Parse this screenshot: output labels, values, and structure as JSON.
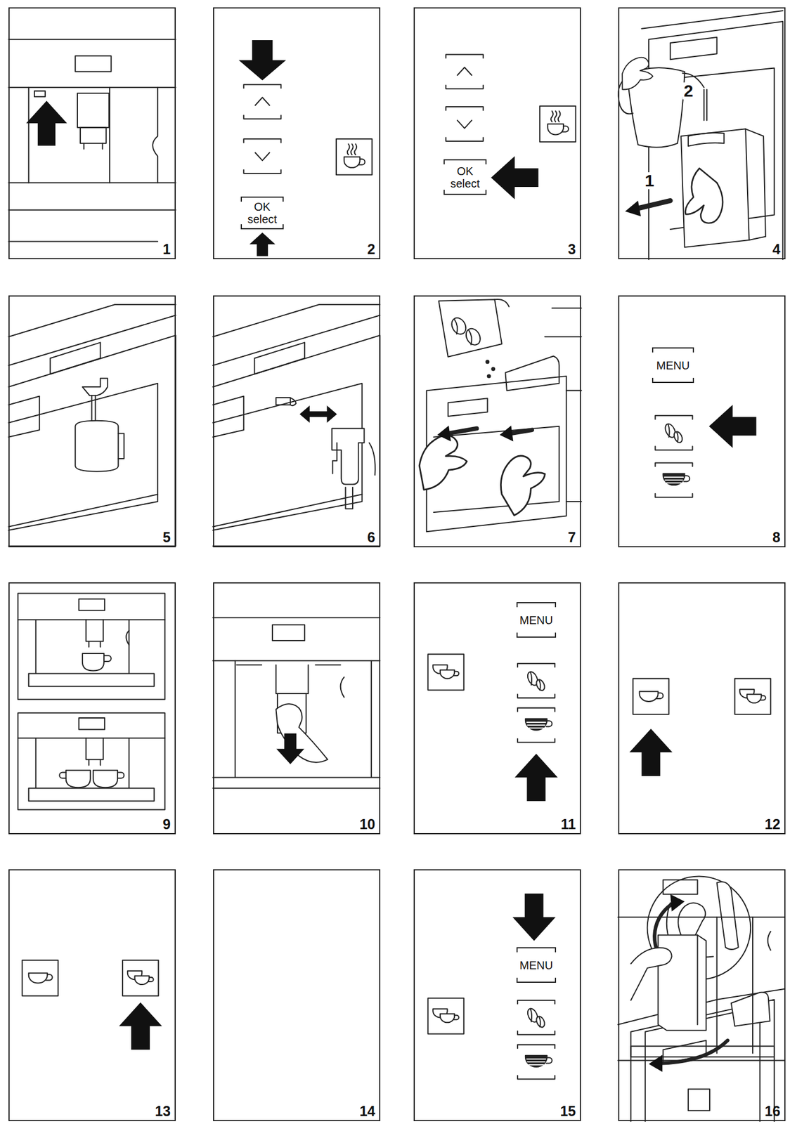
{
  "diagram": {
    "nodes": [
      {
        "text": [
          "1"
        ]
      },
      {
        "text": [
          "2"
        ]
      },
      {
        "text": [
          "OK select"
        ],
        "in": 1
      },
      {
        "text": [
          "3"
        ]
      },
      {
        "text": [
          "OK select"
        ],
        "in": 3
      },
      {
        "text": [
          "4"
        ]
      },
      {
        "text": [
          "5"
        ]
      },
      {
        "text": [
          "6"
        ]
      },
      {
        "text": [
          "7"
        ]
      },
      {
        "text": [
          "8"
        ]
      },
      {
        "text": [
          "MENU"
        ],
        "in": 9
      },
      {
        "text": [
          "9"
        ]
      },
      {
        "text": [
          "10"
        ]
      },
      {
        "text": [
          "11"
        ]
      },
      {
        "text": [
          "MENU"
        ],
        "in": 13
      },
      {
        "text": [
          "12"
        ]
      },
      {
        "text": [
          "13"
        ]
      },
      {
        "text": [
          "14"
        ]
      },
      {
        "text": [
          "15"
        ]
      },
      {
        "text": [
          "MENU"
        ],
        "in": 18
      },
      {
        "text": [
          "16"
        ]
      }
    ],
    "labels": [
      "2",
      "1"
    ]
  }
}
